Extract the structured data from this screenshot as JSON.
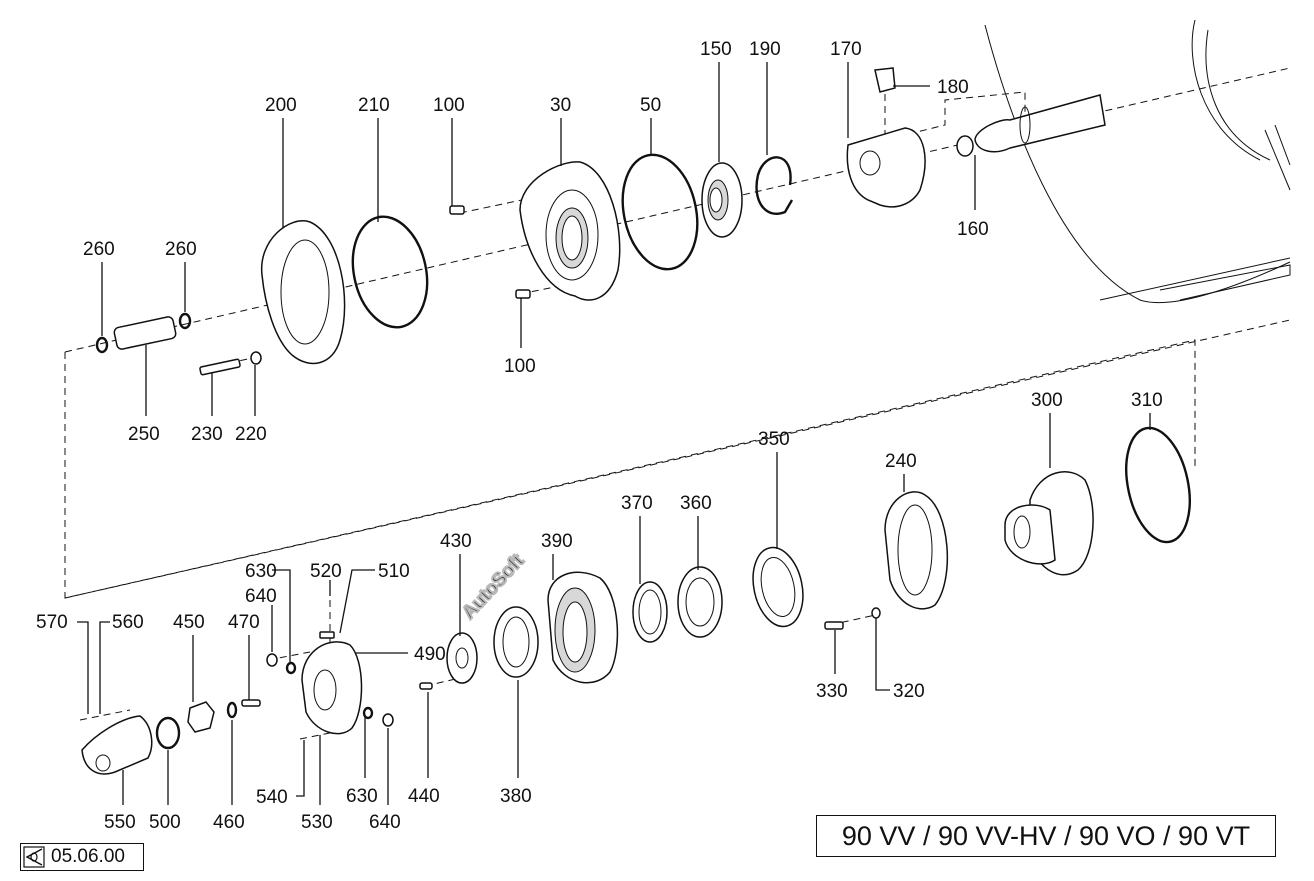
{
  "watermark": "AutoSoft",
  "model_label": "90 VV / 90 VV-HV / 90 VO /  90 VT",
  "page_ref": "05.06.00",
  "icons": {
    "page_ref_icon": "view-eye-icon"
  },
  "callouts": {
    "c200": "200",
    "c210": "210",
    "c100a": "100",
    "c30": "30",
    "c50": "50",
    "c150": "150",
    "c190": "190",
    "c170": "170",
    "c180": "180",
    "c160": "160",
    "c260a": "260",
    "c260b": "260",
    "c250": "250",
    "c230": "230",
    "c220": "220",
    "c100b": "100",
    "c300": "300",
    "c310": "310",
    "c240": "240",
    "c350": "350",
    "c360": "360",
    "c370": "370",
    "c390": "390",
    "c430": "430",
    "c510": "510",
    "c520": "520",
    "c630a": "630",
    "c640a": "640",
    "c470": "470",
    "c450": "450",
    "c490": "490",
    "c570": "570",
    "c560": "560",
    "c550": "550",
    "c500": "500",
    "c460": "460",
    "c530": "530",
    "c540": "540",
    "c630b": "630",
    "c640b": "640",
    "c440": "440",
    "c380": "380",
    "c330": "330",
    "c320": "320"
  }
}
